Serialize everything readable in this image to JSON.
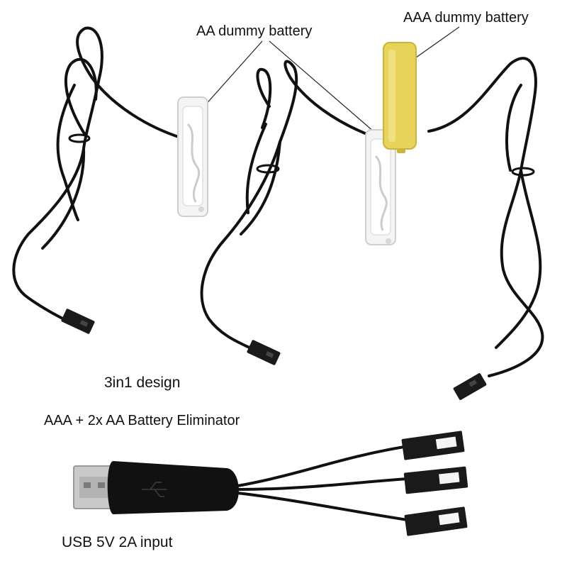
{
  "labels": {
    "aa_dummy": "AA dummy battery",
    "aaa_dummy": "AAA dummy battery",
    "design": "3in1 design",
    "eliminator": "AAA + 2x AA Battery Eliminator",
    "usb_input": "USB 5V 2A input"
  },
  "colors": {
    "background": "#ffffff",
    "cable": "#111111",
    "aa_battery": "#f2f2f2",
    "aaa_battery": "#e8d35a",
    "usb_plug_metal": "#c9c9c9",
    "text": "#111111"
  },
  "icons": {
    "usb": "usb-trident-icon"
  }
}
